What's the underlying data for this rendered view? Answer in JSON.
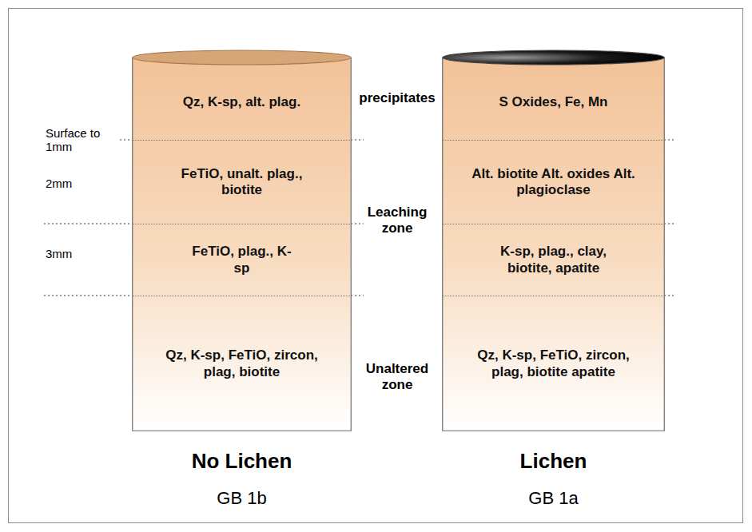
{
  "diagram": {
    "nodes": [
      {
        "text": [
          "No Lichen",
          "GB 1b"
        ]
      },
      {
        "text": [
          "Qz, K-sp, alt. plag."
        ],
        "in": 0
      },
      {
        "text": [
          "FeTiO, unalt. plag., biotite"
        ],
        "in": 0
      },
      {
        "text": [
          "FeTiO, plag., K-sp"
        ],
        "in": 0
      },
      {
        "text": [
          "Qz, K-sp, FeTiO, zircon, plag, biotite"
        ],
        "in": 0
      },
      {
        "text": [
          "Lichen",
          "GB 1a"
        ]
      },
      {
        "text": [
          "S Oxides, Fe, Mn"
        ],
        "in": 5
      },
      {
        "text": [
          "Alt. biotite Alt. oxides Alt. plagioclase"
        ],
        "in": 5
      },
      {
        "text": [
          "K-sp, plag., clay, biotite, apatite"
        ],
        "in": 5
      },
      {
        "text": [
          "Qz, K-sp, FeTiO, zircon, plag, biotite apatite"
        ],
        "in": 5
      }
    ],
    "labels": [
      "Surface to 1mm",
      "2mm",
      "3mm",
      "precipitates",
      "Leaching zone",
      "Unaltered zone"
    ]
  }
}
